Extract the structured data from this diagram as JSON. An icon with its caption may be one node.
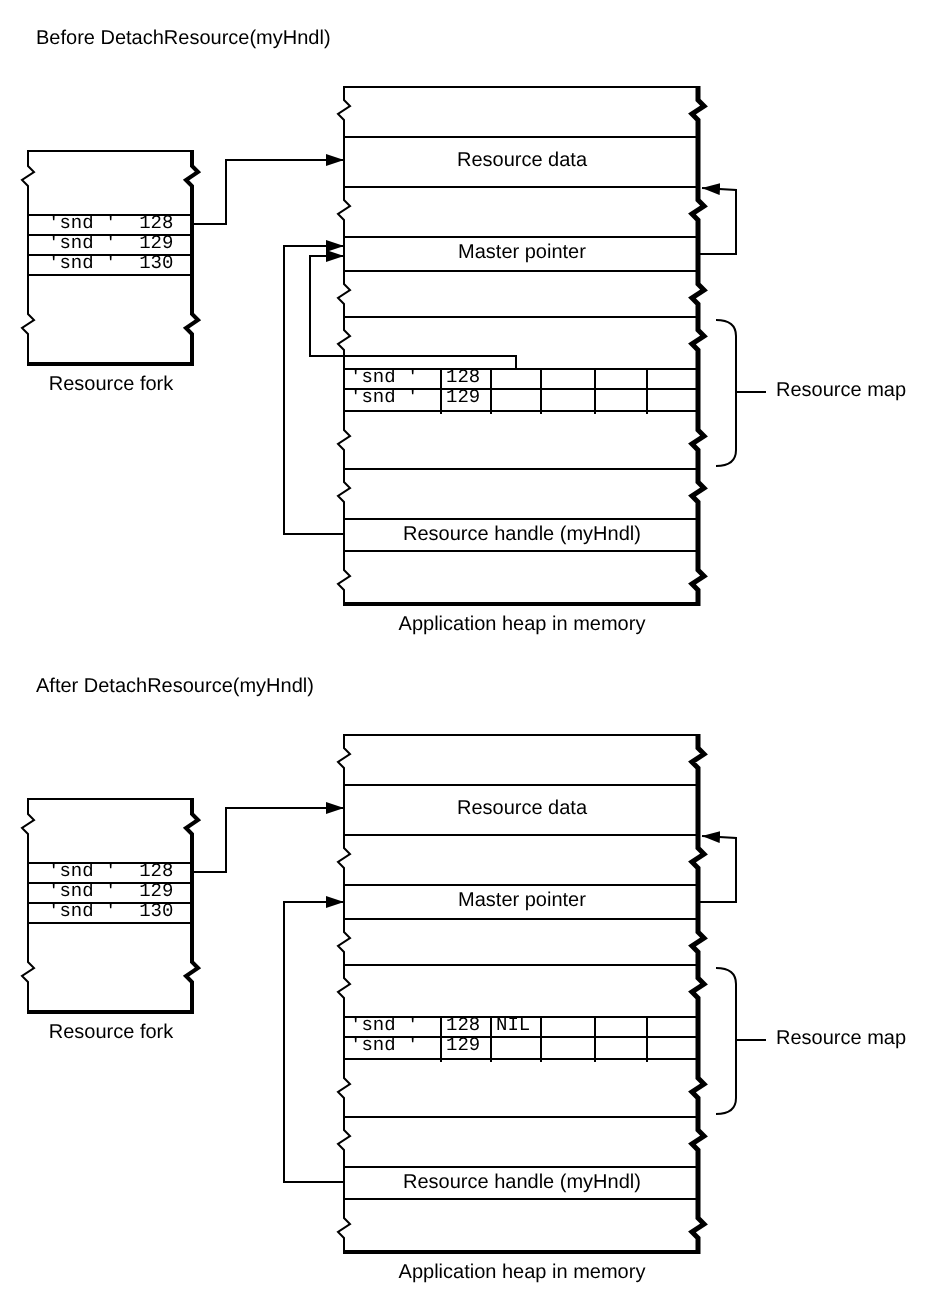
{
  "diagram": {
    "nodes": [
      {
        "text": [
          "Resource fork"
        ]
      },
      {
        "text": [
          "'snd '  128"
        ],
        "in": 0
      },
      {
        "text": [
          "'snd '  129"
        ],
        "in": 0
      },
      {
        "text": [
          "'snd '  130"
        ],
        "in": 0
      },
      {
        "text": [
          "Application heap in memory"
        ]
      },
      {
        "text": [
          "Resource data"
        ],
        "in": 4
      },
      {
        "text": [
          "Master pointer"
        ],
        "in": 4
      },
      {
        "text": [
          "'snd '",
          "128"
        ],
        "in": 4
      },
      {
        "text": [
          "'snd '",
          "129"
        ],
        "in": 4
      },
      {
        "text": [
          "Resource handle (myHndl)"
        ],
        "in": 4
      },
      {
        "text": [
          "Resource fork"
        ]
      },
      {
        "text": [
          "'snd '  128"
        ],
        "in": 10
      },
      {
        "text": [
          "'snd '  129"
        ],
        "in": 10
      },
      {
        "text": [
          "'snd '  130"
        ],
        "in": 10
      },
      {
        "text": [
          "Application heap in memory"
        ]
      },
      {
        "text": [
          "Resource data"
        ],
        "in": 14
      },
      {
        "text": [
          "Master pointer"
        ],
        "in": 14
      },
      {
        "text": [
          "'snd '",
          "128",
          "NIL"
        ],
        "in": 14
      },
      {
        "text": [
          "'snd '",
          "129"
        ],
        "in": 14
      },
      {
        "text": [
          "Resource handle (myHndl)"
        ],
        "in": 14
      }
    ],
    "edges": [
      {
        "from": 1,
        "to": 5,
        "arrow": "to"
      },
      {
        "from": 6,
        "to": 5,
        "arrow": "to"
      },
      {
        "from": 7,
        "to": 6,
        "arrow": "to"
      },
      {
        "from": 9,
        "to": 6,
        "arrow": "to"
      },
      {
        "from": 11,
        "to": 15,
        "arrow": "to"
      },
      {
        "from": 16,
        "to": 15,
        "arrow": "to"
      },
      {
        "from": 19,
        "to": 16,
        "arrow": "to"
      }
    ],
    "labels": [
      "Before DetachResource(myHndl)",
      "Resource map",
      "After DetachResource(myHndl)",
      "Resource map"
    ]
  }
}
